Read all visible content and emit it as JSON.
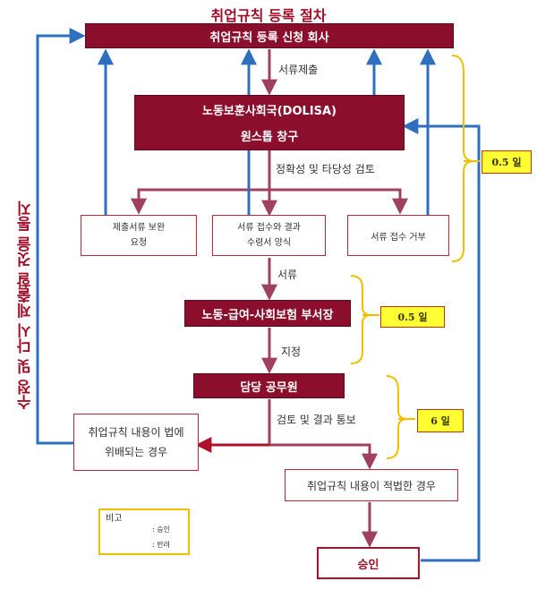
{
  "title": "취업규칙 등록 절차",
  "nodes": {
    "company": "취업규칙 등록 신청 회사",
    "dolisa_line1": "노동보훈사회국(DOLISA)",
    "dolisa_line2": "원스톱 창구",
    "supplement_line1": "제출서류 보완",
    "supplement_line2": "요청",
    "receipt_line1": "서류 접수와 결과",
    "receipt_line2": "수령서 양식",
    "reject": "서류 접수 거부",
    "dept_head": "노동-급여-사회보험 부서장",
    "officer": "담당 공무원",
    "violation_line1": "취업규칙 내용이 법에",
    "violation_line2": "위배되는 경우",
    "lawful": "취업규칙 내용이 적법한 경우",
    "approval": "승인"
  },
  "edge_labels": {
    "submit_docs": "서류제출",
    "validity_review": "정확성 및 타당성 검토",
    "docs": "서류",
    "assign": "지정",
    "review_notify": "검토 및 결과 통보"
  },
  "durations": [
    "0.5 일",
    "0.5 일",
    "6 일"
  ],
  "side_note": "수정 및 다시 제출할 것을 통지",
  "legend": {
    "title": "비고",
    "approve": ": 승인",
    "reject": ": 반려"
  },
  "colors": {
    "approve_arrow": "#b0102a",
    "reject_arrow": "#2e6fc0",
    "flow_arrow": "#a04060",
    "box_dark": "#8b0f2c",
    "bracket": "#f0c000"
  }
}
